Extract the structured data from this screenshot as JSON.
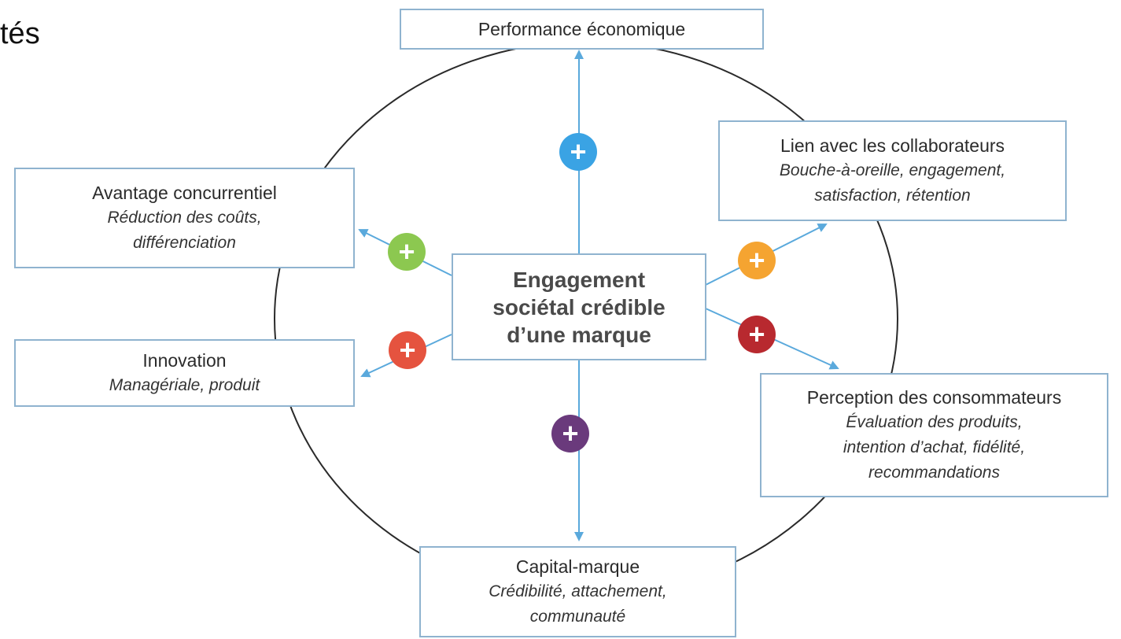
{
  "page_text": "tés",
  "center": {
    "lines": [
      "Engagement",
      "sociétal crédible",
      "d’une marque"
    ]
  },
  "nodes": {
    "top": {
      "title": "Performance économique",
      "detail": []
    },
    "right_top": {
      "title": "Lien avec les collaborateurs",
      "detail": [
        "Bouche-à-oreille, engagement,",
        "satisfaction, rétention"
      ]
    },
    "right_bottom": {
      "title": "Perception des consommateurs",
      "detail": [
        "Évaluation des produits,",
        "intention d’achat, fidélité,",
        "recommandations"
      ]
    },
    "bottom": {
      "title": "Capital-marque",
      "detail": [
        "Crédibilité, attachement,",
        "communauté"
      ]
    },
    "left_bottom": {
      "title": "Innovation",
      "detail": [
        "Managériale, produit"
      ]
    },
    "left_top": {
      "title": "Avantage concurrentiel",
      "detail": [
        "Réduction des coûts,",
        "différenciation"
      ]
    }
  },
  "plus_symbol": "+",
  "colors": {
    "arrow": "#5aa9dc",
    "box_border": "#8fb3cf",
    "ring": "#2a2a2a",
    "plus_top": "#3aa3e4",
    "plus_right_top": "#f5a431",
    "plus_right_bottom": "#b8292f",
    "plus_bottom": "#6a3a7c",
    "plus_left_bottom": "#e5533f",
    "plus_left_top": "#8cc850"
  }
}
